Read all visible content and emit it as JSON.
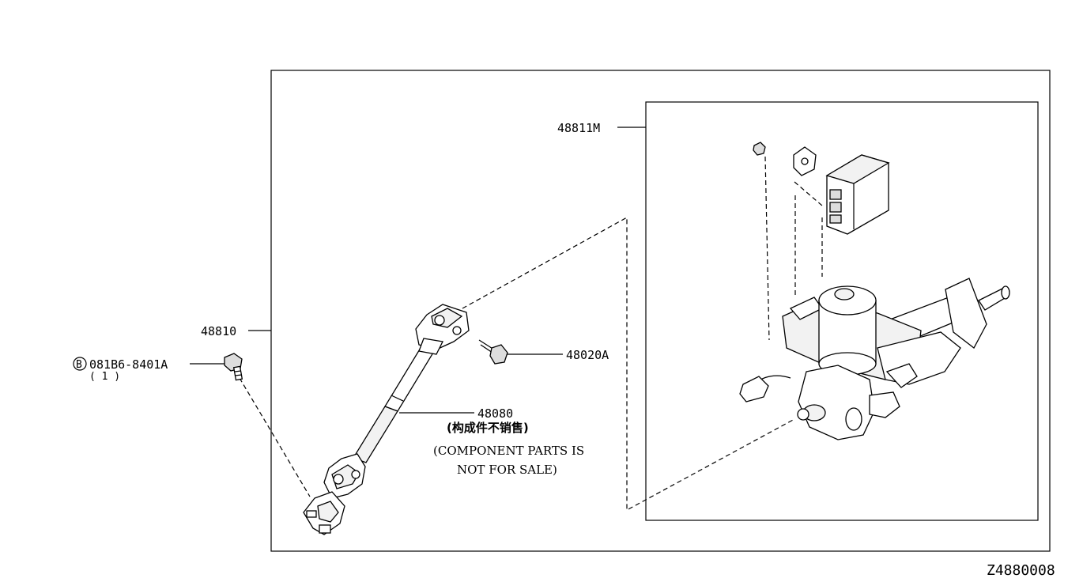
{
  "labels": {
    "bolt_part_no": "081B6-8401A",
    "bolt_circle_letter": "B",
    "bolt_qty": "( 1 )",
    "column_assy": "48810",
    "column_inner": "48811M",
    "joint_bolt": "48020A",
    "shaft": "48080",
    "shaft_note_cn": "(构成件不销售)",
    "shaft_note_en_1": "(COMPONENT PARTS IS",
    "shaft_note_en_2": "NOT FOR SALE)",
    "diagram_code": "Z4880008"
  }
}
